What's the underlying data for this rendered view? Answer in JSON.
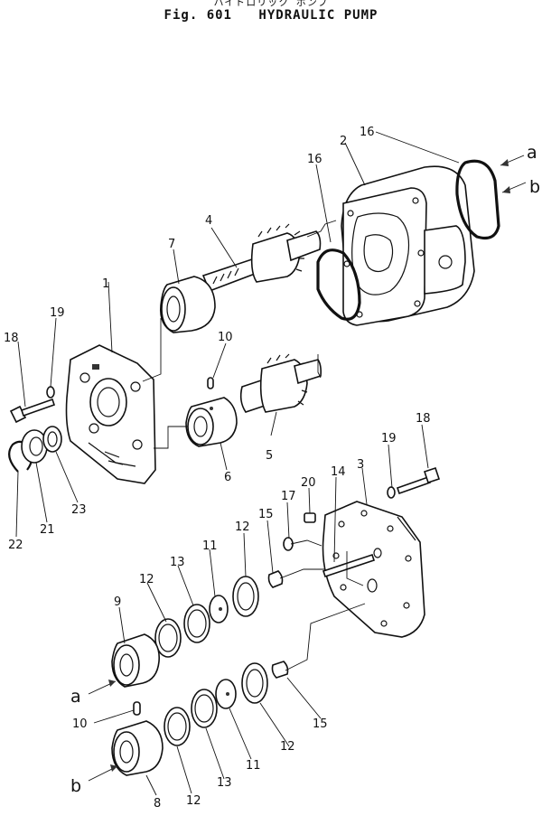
{
  "header": {
    "kana": "ハイドロリック ポンプ",
    "fig_number": "Fig. 601",
    "title": "HYDRAULIC PUMP"
  },
  "labels": {
    "p1": "1",
    "p2": "2",
    "p3": "3",
    "p4": "4",
    "p5": "5",
    "p6": "6",
    "p7": "7",
    "p8": "8",
    "p9": "9",
    "p10a": "10",
    "p10b": "10",
    "p11a": "11",
    "p11b": "11",
    "p12a": "12",
    "p12b": "12",
    "p12c": "12",
    "p12d": "12",
    "p13a": "13",
    "p13b": "13",
    "p14": "14",
    "p15a": "15",
    "p15b": "15",
    "p16a": "16",
    "p16b": "16",
    "p17": "17",
    "p18a": "18",
    "p18b": "18",
    "p19a": "19",
    "p19b": "19",
    "p20": "20",
    "p21": "21",
    "p22": "22",
    "p23": "23",
    "ref_a_top": "a",
    "ref_b_top": "b",
    "ref_a_bottom": "a",
    "ref_b_bottom": "b"
  }
}
